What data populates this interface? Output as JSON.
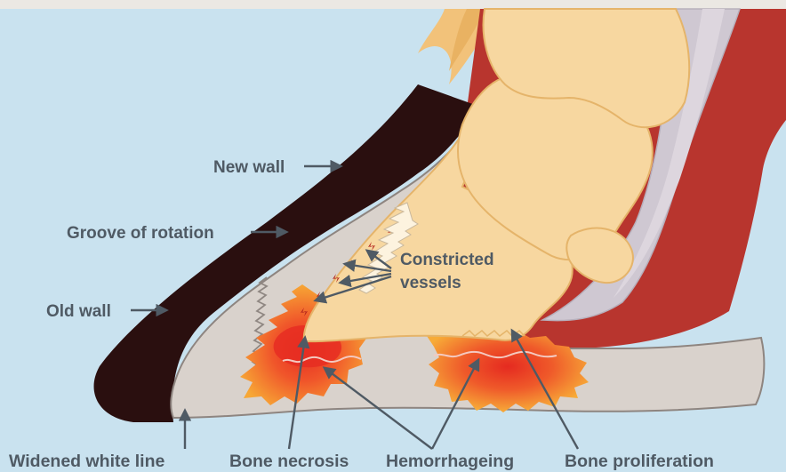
{
  "labels": {
    "new_wall": "New wall",
    "groove_of_rotation": "Groove of rotation",
    "old_wall": "Old wall",
    "constricted_line1": "Constricted",
    "constricted_line2": "vessels",
    "widened_white_line": "Widened white line",
    "bone_necrosis": "Bone necrosis",
    "hemorrhageing": "Hemorrhageing",
    "bone_proliferation": "Bone proliferation"
  },
  "colors": {
    "background_top": "#ebe8e3",
    "sky": "#c9e2ef",
    "hoof_wall": "#2a0f0f",
    "laminae": "#d9d2cc",
    "bone": "#f7d7a0",
    "bone_outline": "#e5b46a",
    "tissue_red": "#b8352e",
    "tendon": "#cfc8d2",
    "hair": "#f2c27a",
    "inflammation_orange": "#f5a033",
    "inflammation_red": "#e62d22",
    "label_text": "#4f5a64"
  }
}
